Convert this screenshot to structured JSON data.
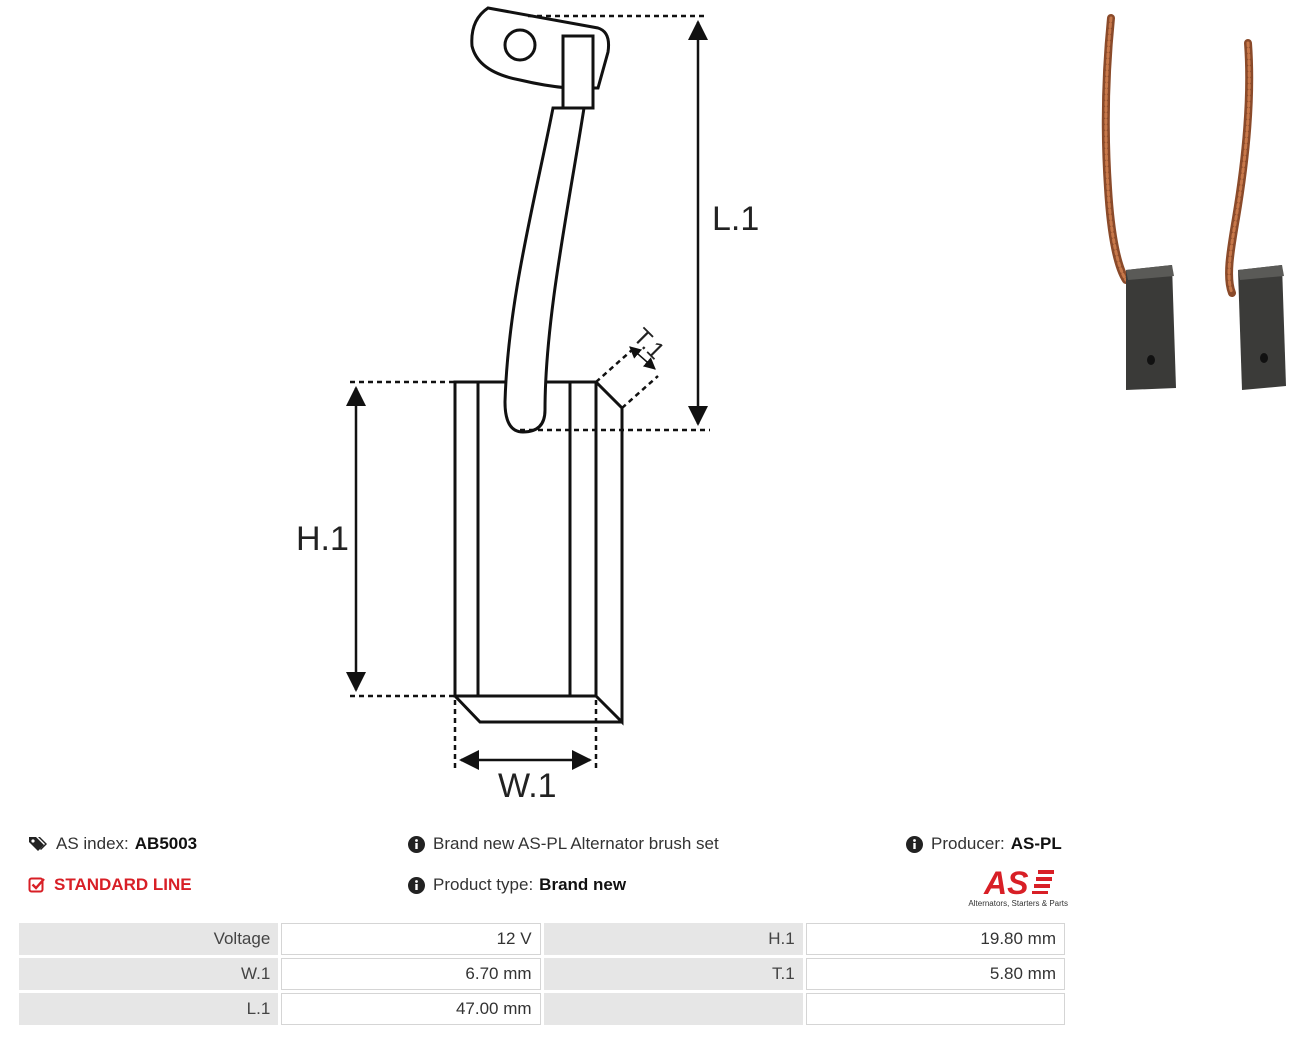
{
  "drawing": {
    "labels": {
      "l1": "L.1",
      "h1": "H.1",
      "w1": "W.1",
      "t1": "T.1"
    }
  },
  "info": {
    "as_index_label": "AS index:",
    "as_index_value": "AB5003",
    "line": "STANDARD LINE",
    "description": "Brand new AS-PL Alternator brush set",
    "product_type_label": "Product type:",
    "product_type_value": "Brand new",
    "producer_label": "Producer:",
    "producer_value": "AS-PL"
  },
  "logo": {
    "mark": "AS",
    "tagline": "Alternators, Starters & Parts",
    "color": "#d81f26"
  },
  "specs": {
    "rows": [
      {
        "k1": "Voltage",
        "v1": "12 V",
        "k2": "H.1",
        "v2": "19.80 mm"
      },
      {
        "k1": "W.1",
        "v1": "6.70 mm",
        "k2": "T.1",
        "v2": "5.80 mm"
      },
      {
        "k1": "L.1",
        "v1": "47.00 mm",
        "k2": "",
        "v2": ""
      }
    ]
  },
  "icons": {
    "tag": "tags-icon",
    "check": "check-square-icon",
    "info": "info-circle-icon"
  }
}
